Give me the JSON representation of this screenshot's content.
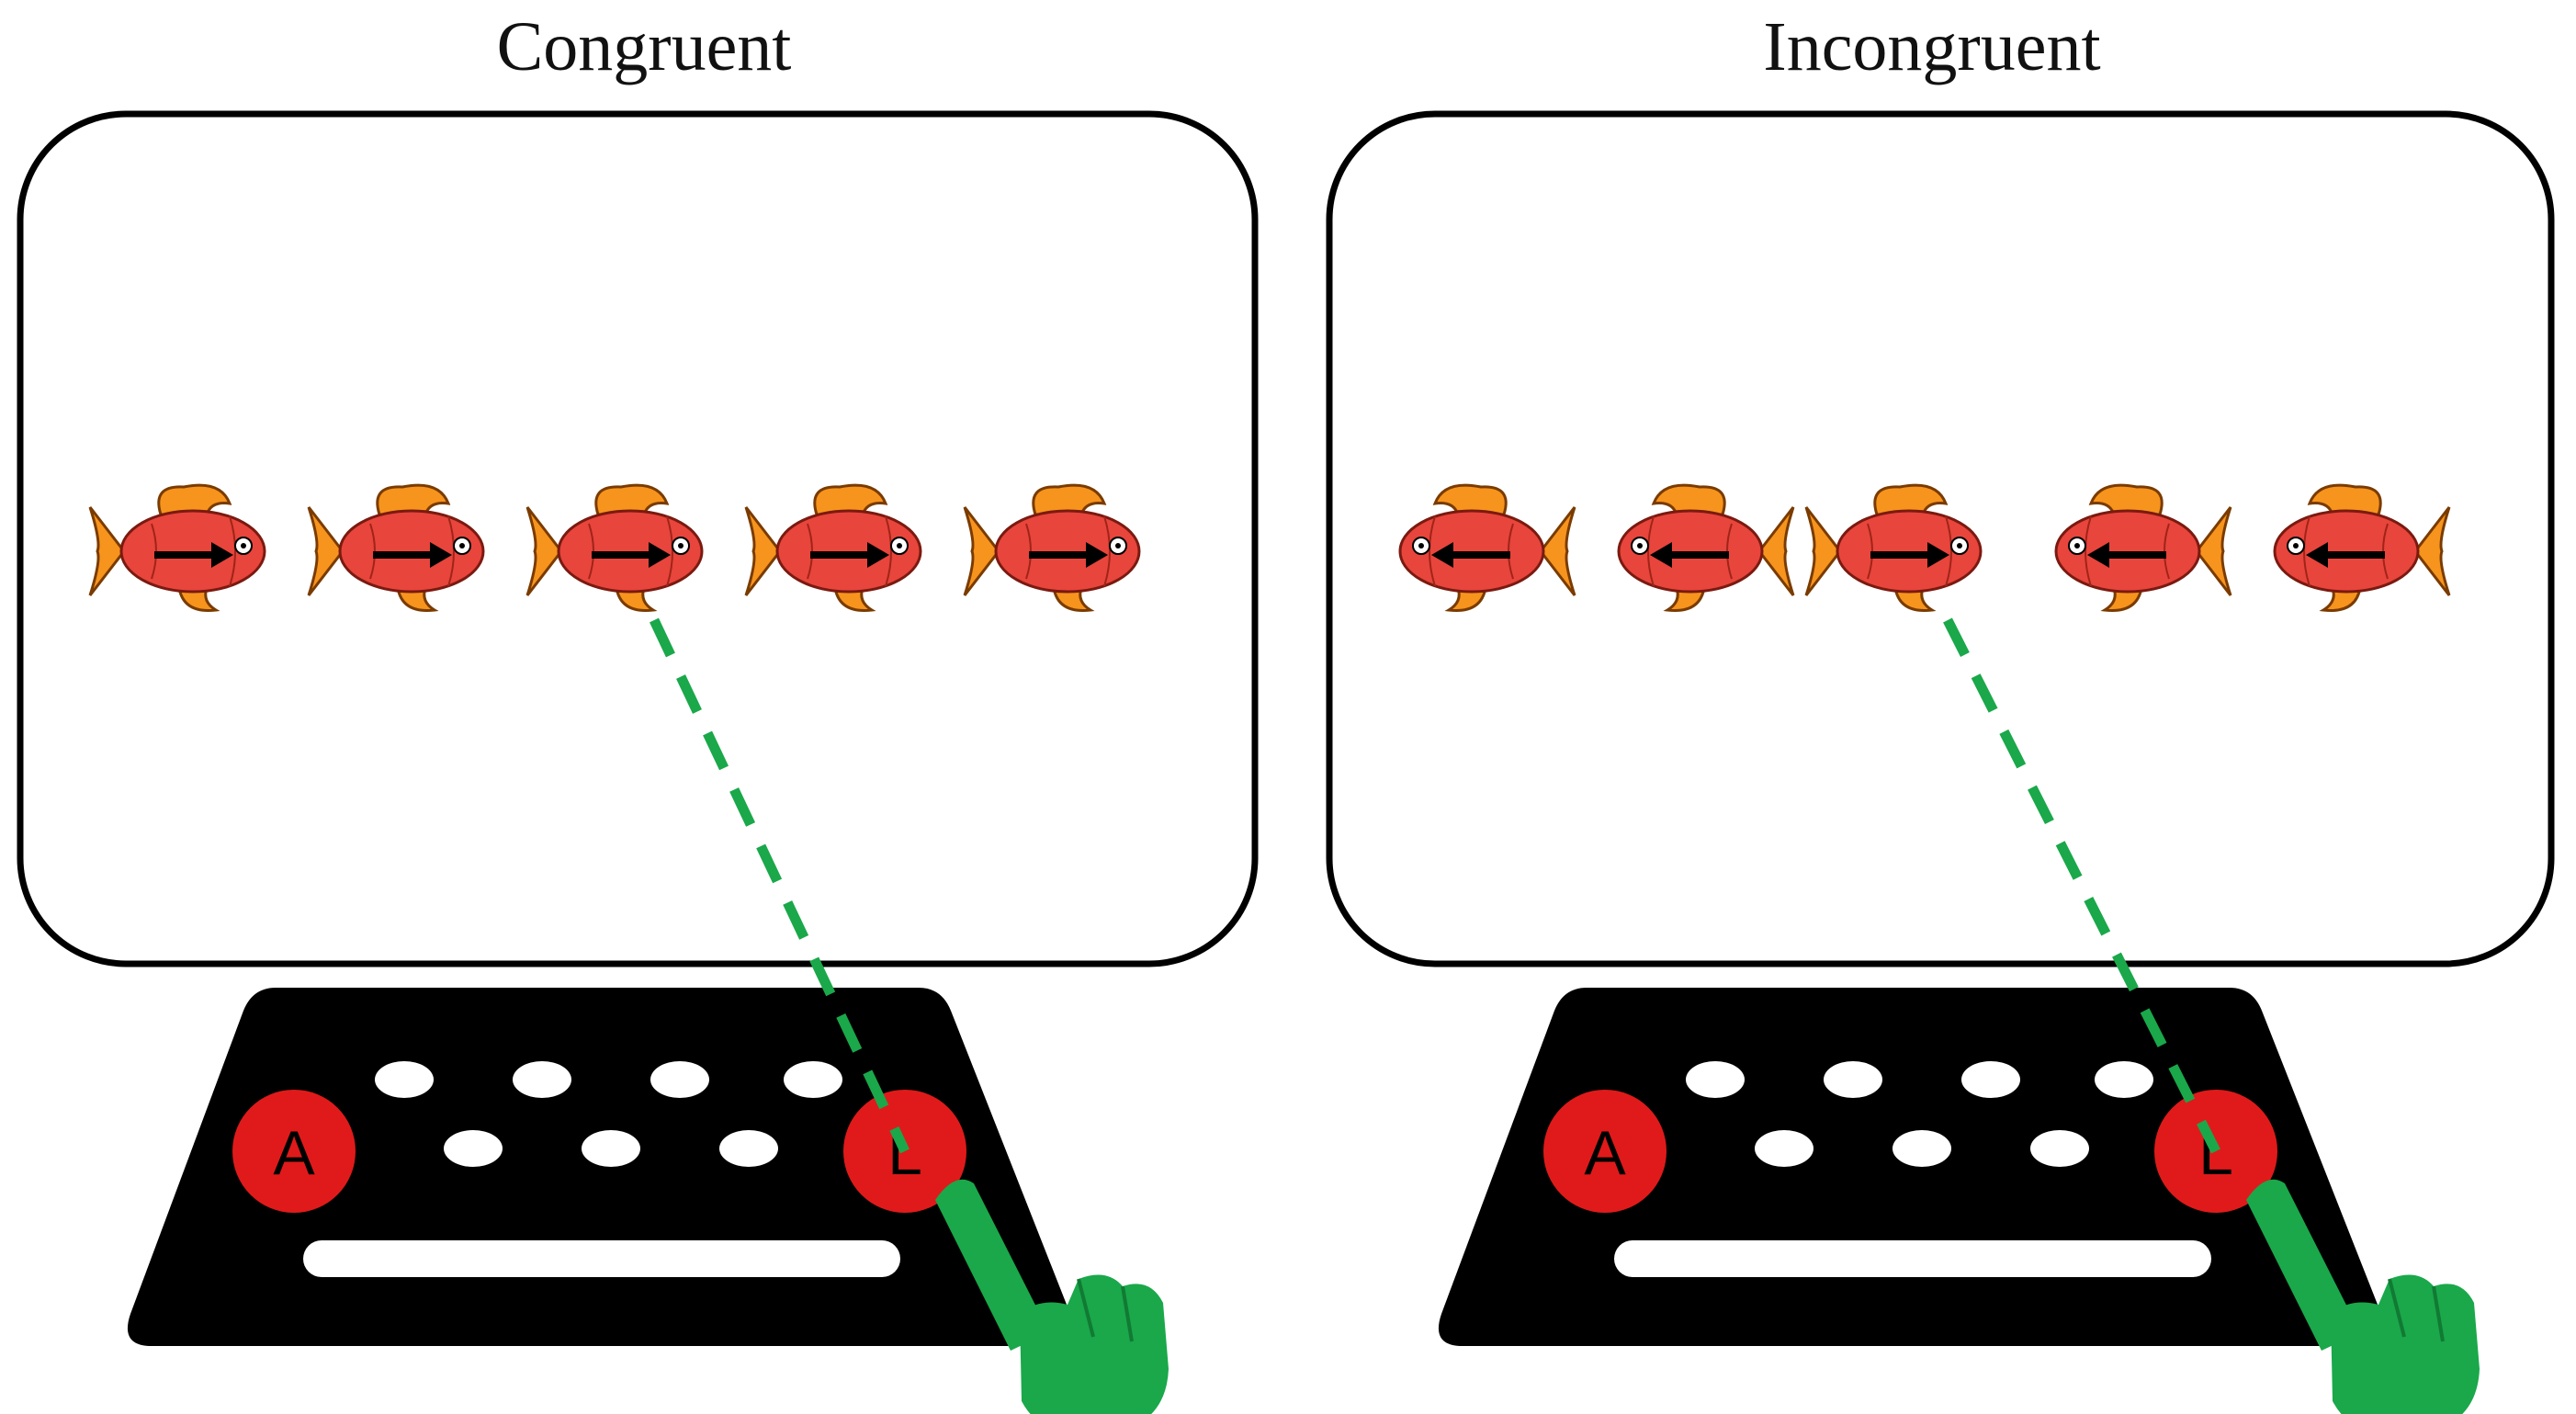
{
  "panels": [
    {
      "title": "Congruent",
      "fish_directions": [
        "right",
        "right",
        "right",
        "right",
        "right"
      ],
      "target_index": 2,
      "left_key_label": "A",
      "right_key_label": "L",
      "pressed_key": "L"
    },
    {
      "title": "Incongruent",
      "fish_directions": [
        "left",
        "left",
        "right",
        "left",
        "left"
      ],
      "target_index": 2,
      "left_key_label": "A",
      "right_key_label": "L",
      "pressed_key": "L"
    }
  ],
  "colors": {
    "fish_body": "#e8453c",
    "fish_fin": "#f7941d",
    "key_red": "#e01a1a",
    "keyboard": "#000000",
    "pointer_line": "#1aa84a",
    "hand": "#1aa84a"
  }
}
